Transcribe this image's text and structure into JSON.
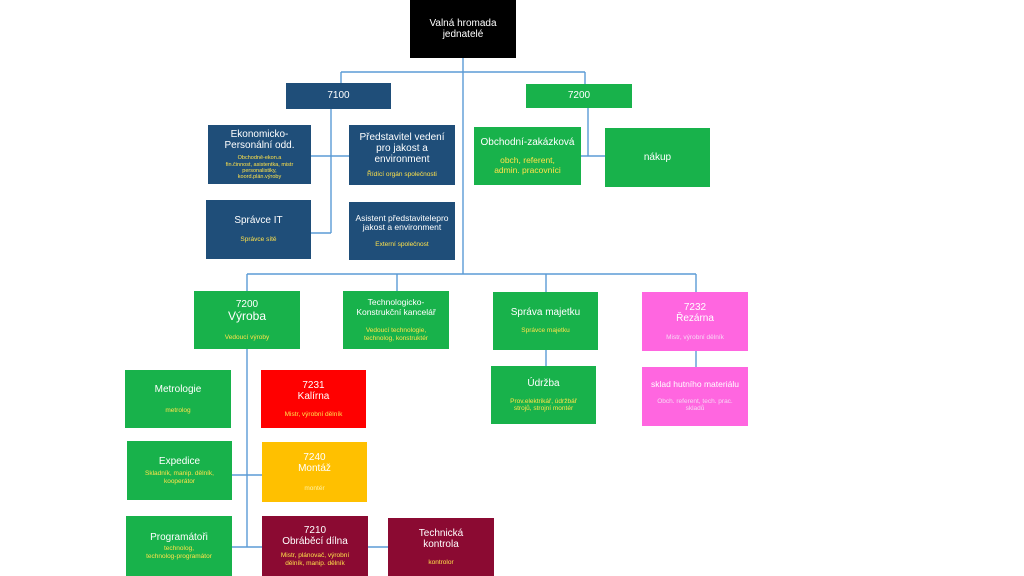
{
  "top": {
    "line1": "Valná hromada",
    "line2": "jednatelé"
  },
  "n7100": {
    "label": "7100"
  },
  "n7200": {
    "label": "7200"
  },
  "ekonomicko": {
    "title1": "Ekonomicko-",
    "title2": "Personální odd.",
    "sub1": "Obchodně-ekon.a",
    "sub2": "fin.činnost, asistentka, mistr",
    "sub3": "personalistiky,",
    "sub4": "koord.plán.výroby"
  },
  "spravce_it": {
    "title": "Správce IT",
    "sub": "Správce sítě"
  },
  "predstavitel": {
    "title1": "Představitel vedení",
    "title2": "pro jakost a",
    "title3": "environment",
    "sub": "Řídící orgán společnosti"
  },
  "asistent": {
    "title1": "Asistent představitelepro",
    "title2": "jakost a environment",
    "sub": "Externí společnost"
  },
  "obchodni": {
    "title": "Obchodní-zakázková",
    "sub1": "obch, referent,",
    "sub2": "admin. pracovníci"
  },
  "nakup": {
    "title": "nákup"
  },
  "vyroba": {
    "code": "7200",
    "title": "Výroba",
    "sub": "Vedoucí výroby"
  },
  "tk_kancelar": {
    "title1": "Technologicko-",
    "title2": "Konstrukční kancelář",
    "sub1": "Vedoucí technologie,",
    "sub2": "technolog, konstruktér"
  },
  "sprava": {
    "title": "Správa majetku",
    "sub": "Správce majetku"
  },
  "rezarna": {
    "code": "7232",
    "title": "Řezárna",
    "sub": "Mistr, výrobní dělník"
  },
  "udrzba": {
    "title": "Údržba",
    "sub1": "Prov.elektrikář, údržbář",
    "sub2": "strojů, strojní montér"
  },
  "sklad": {
    "title": "sklad hutního materiálu",
    "sub1": "Obch. referent, tech. prac.",
    "sub2": "skladů"
  },
  "metrologie": {
    "title": "Metrologie",
    "sub": "metrolog"
  },
  "kalirna": {
    "code": "7231",
    "title": "Kalírna",
    "sub": "Mistr, výrobní dělník"
  },
  "expedice": {
    "title": "Expedice",
    "sub1": "Skladník, manip. dělník,",
    "sub2": "kooperátor"
  },
  "montaz": {
    "code": "7240",
    "title": "Montáž",
    "sub": "montér"
  },
  "programatori": {
    "title": "Programátoři",
    "sub1": "technolog,",
    "sub2": "technolog-programátor"
  },
  "obrabeci": {
    "code": "7210",
    "title": "Obráběcí dílna",
    "sub1": "Mistr, plánovač, výrobní",
    "sub2": "dělník, manip. dělník"
  },
  "technicka": {
    "title1": "Technická",
    "title2": "kontrola",
    "sub": "kontrolor"
  },
  "colors": {
    "connector": "#5b9bd5",
    "dark_blue": "#1f4e79",
    "green": "#18b24b",
    "red": "#ff0000",
    "orange": "#ffc000",
    "pink": "#ff66e0",
    "maroon": "#8b0a32",
    "yellow_text": "#ffe24a"
  }
}
